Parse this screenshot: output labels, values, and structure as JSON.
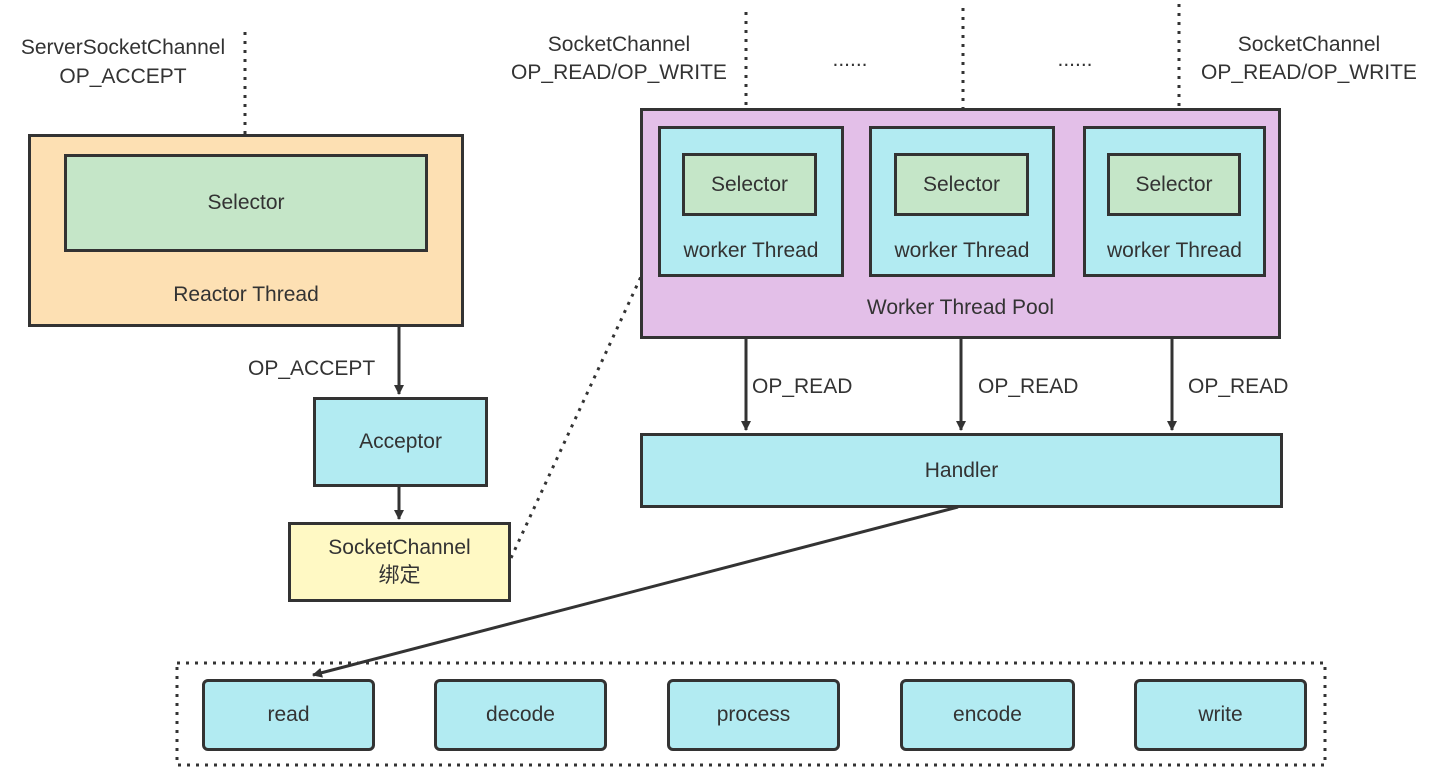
{
  "reactor": {
    "input_label_1": "ServerSocketChannel",
    "input_label_2": "OP_ACCEPT",
    "selector": "Selector",
    "thread": "Reactor Thread",
    "accept_label": "OP_ACCEPT",
    "acceptor": "Acceptor",
    "socket_channel_1": "SocketChannel",
    "socket_channel_2": "绑定"
  },
  "workers": {
    "channel_label_1": "SocketChannel",
    "channel_label_2": "OP_READ/OP_WRITE",
    "ellipsis": "......",
    "pool": "Worker Thread Pool",
    "threads": [
      {
        "selector": "Selector",
        "name": "worker Thread",
        "read": "OP_READ"
      },
      {
        "selector": "Selector",
        "name": "worker Thread",
        "read": "OP_READ"
      },
      {
        "selector": "Selector",
        "name": "worker Thread",
        "read": "OP_READ"
      }
    ],
    "handler": "Handler"
  },
  "pipeline": {
    "steps": [
      "read",
      "decode",
      "process",
      "encode",
      "write"
    ]
  },
  "colors": {
    "line": "#333333",
    "selector_fill": "#c5e6c8",
    "cyan_fill": "#b2ebf2",
    "reactor_fill": "#fde0b3",
    "pool_fill": "#e3bfe8",
    "channel_fill": "#fff9c4"
  }
}
